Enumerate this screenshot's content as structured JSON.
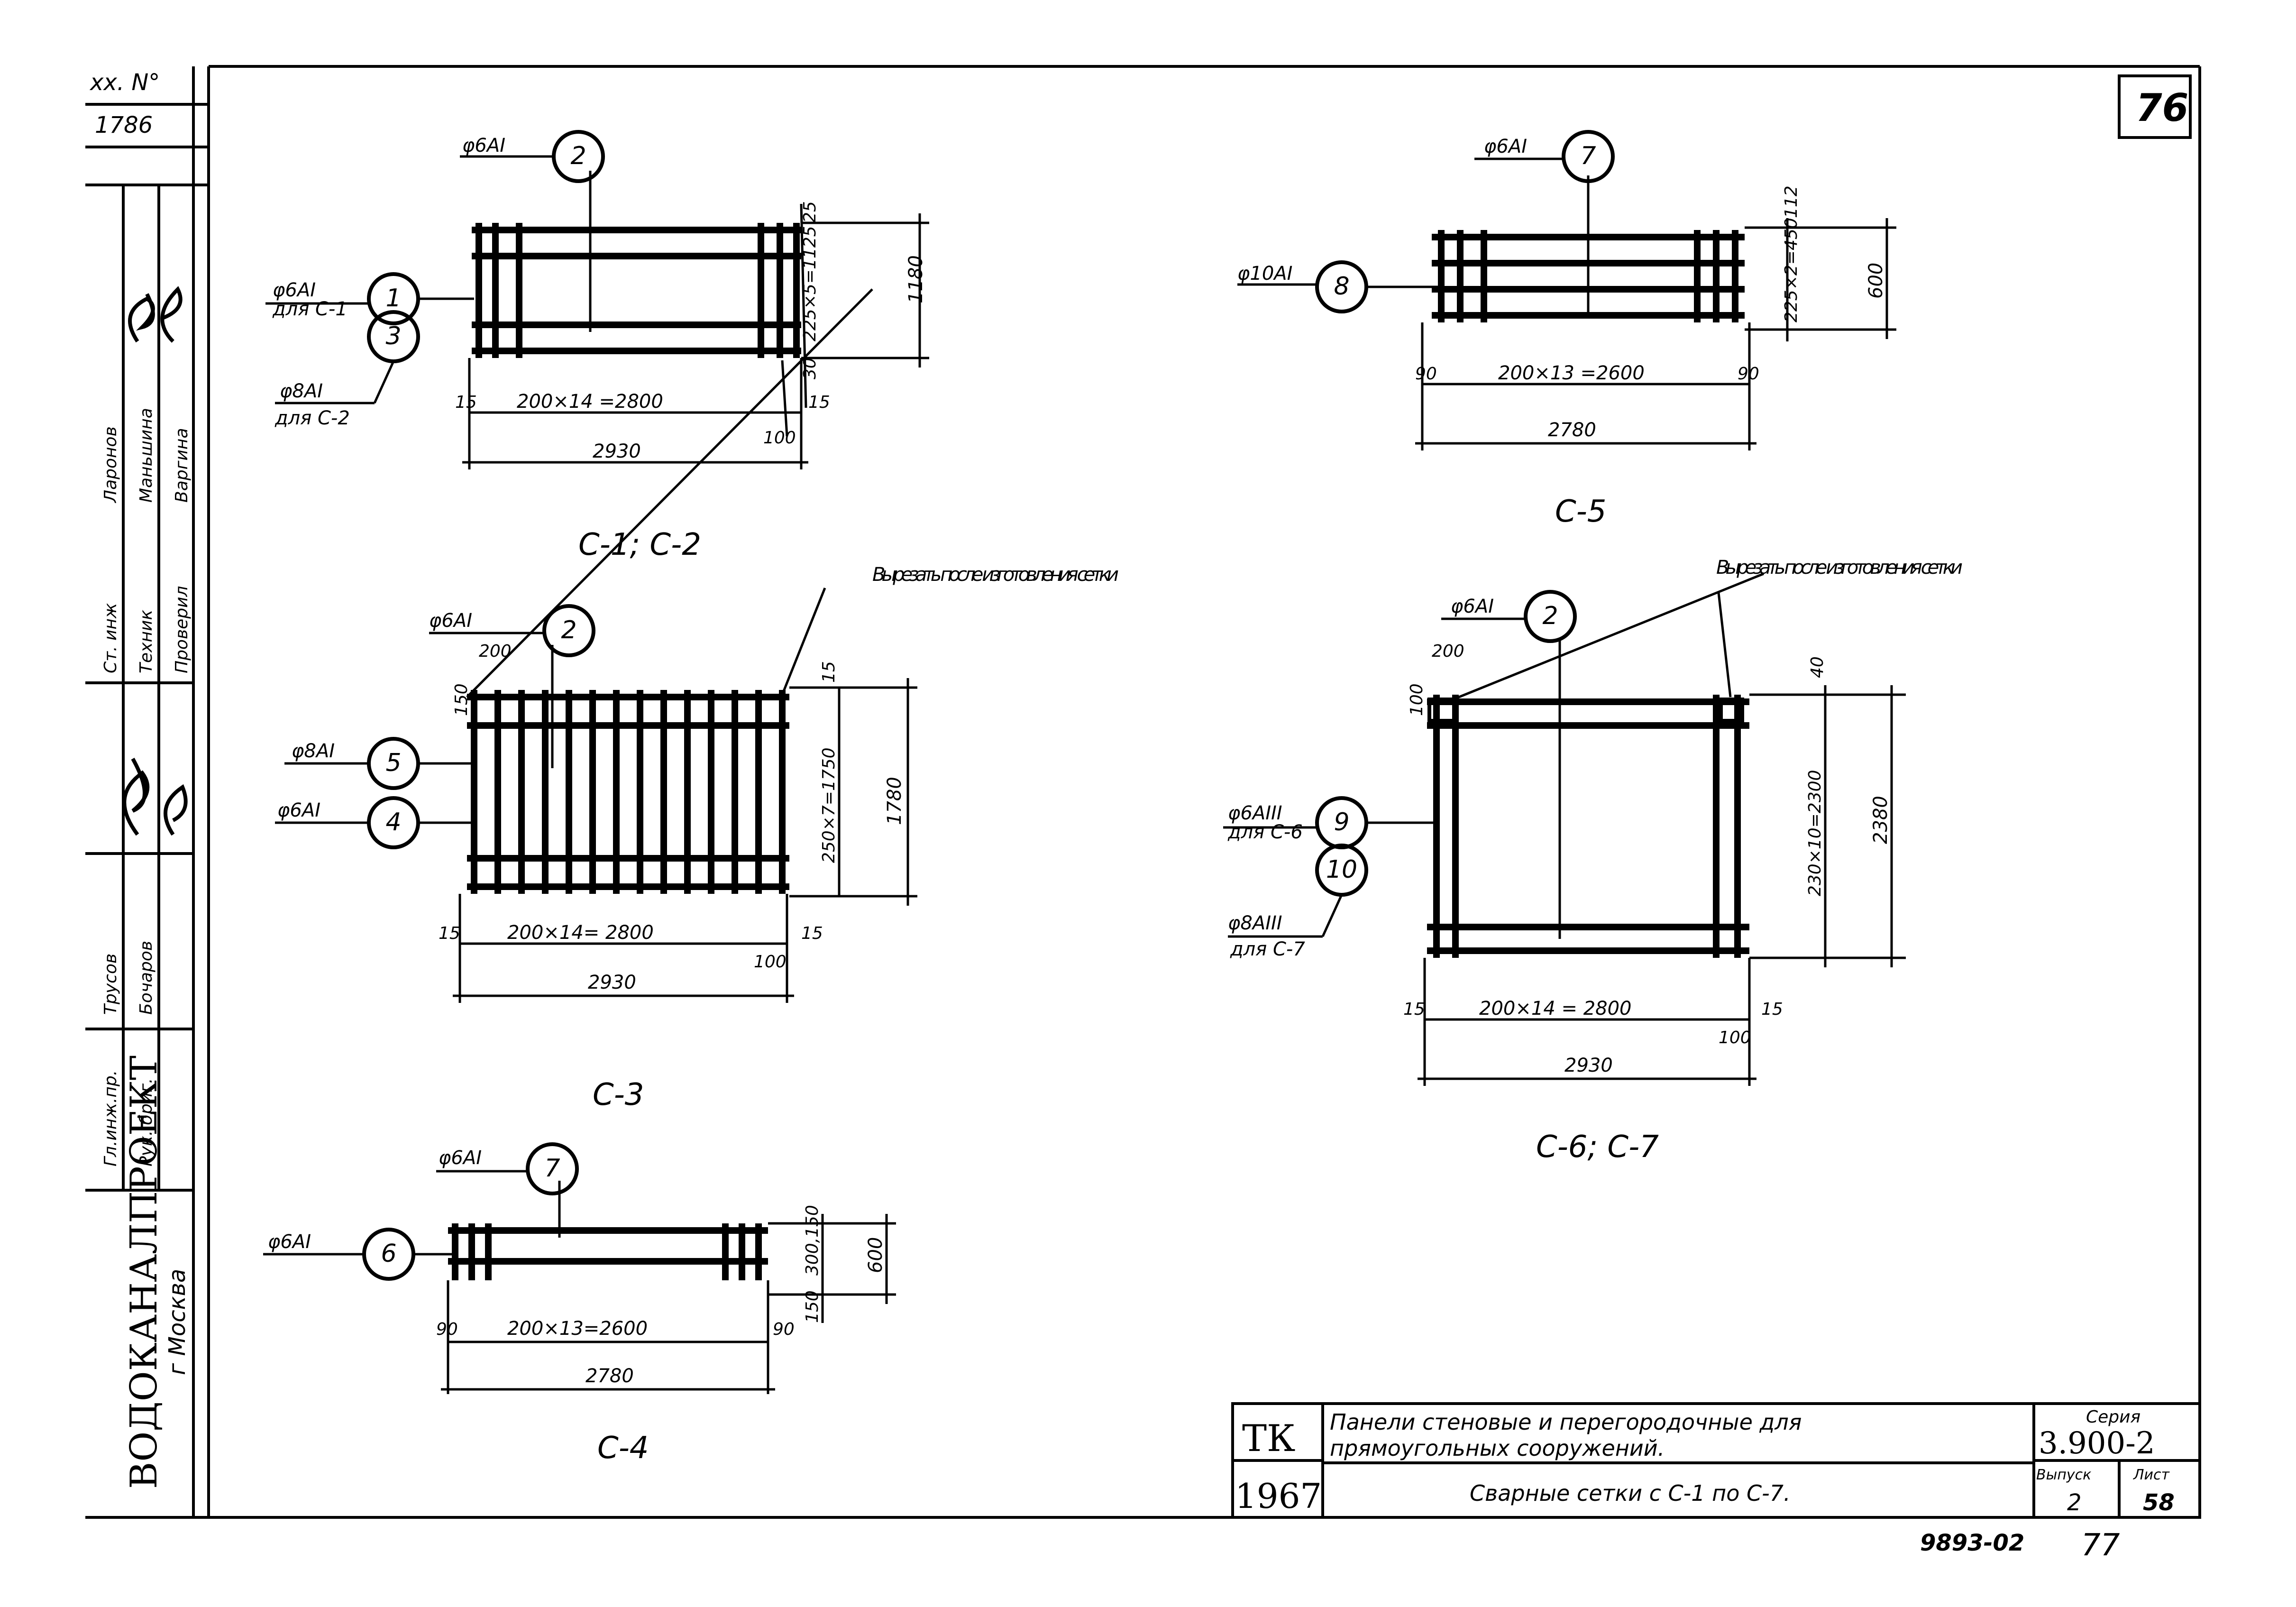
{
  "page_number": "76",
  "stamp": {
    "arch_no": "xx. N°",
    "arch_val": "1786",
    "org": "ВОДОКАНАЛПРОЕКТ",
    "city": "г Москва",
    "roles": [
      "Гл.инж.пр.",
      "Рук. бриг.",
      "Ст. инж",
      "Техник",
      "Проверил"
    ],
    "names": [
      "Трусов",
      "Бочаров",
      "Ларонов",
      "Маньшина",
      "Варгина"
    ]
  },
  "nets": {
    "c12": {
      "title": "С-1; С-2",
      "bar_top": "φ6АI",
      "bar_top_no": "2",
      "bar_left1": "φ6АI",
      "bar_left1_sub": "для С-1",
      "bar_left1_no": "1",
      "bar_left2": "φ8АI",
      "bar_left2_sub": "для С-2",
      "bar_left2_no": "3",
      "dim_inner": "200×14 =2800",
      "dim_total": "2930",
      "dim_l": "15",
      "dim_r": "15",
      "dim_100": "100",
      "dim_h": "1180",
      "dim_25": "25",
      "dim_side": "225×5=1125",
      "dim_30": "30"
    },
    "c3": {
      "title": "С-3",
      "bar_top": "φ6АI",
      "bar_top_no": "2",
      "bar_mid": "φ8АI",
      "bar_mid_no": "5",
      "bar_low": "φ6АI",
      "bar_low_no": "4",
      "note": "Вырезать после изготовления сетки",
      "dim_200": "200",
      "dim_150": "150",
      "dim_inner": "200×14= 2800",
      "dim_total": "2930",
      "dim_l": "15",
      "dim_r": "15",
      "dim_100": "100",
      "dim_h": "1780",
      "dim_side": "250×7=1750",
      "dim_15": "15"
    },
    "c4": {
      "title": "С-4",
      "bar_top": "φ6АI",
      "bar_top_no": "7",
      "bar_left": "φ6АI",
      "bar_left_no": "6",
      "dim_inner": "200×13=2600",
      "dim_total": "2780",
      "dim_l": "90",
      "dim_r": "90",
      "dim_h": "600",
      "dim_side": "300,150",
      "dim_150": "150"
    },
    "c5": {
      "title": "С-5",
      "bar_top": "φ6АI",
      "bar_top_no": "7",
      "bar_left": "φ10АI",
      "bar_left_no": "8",
      "dim_inner": "200×13 =2600",
      "dim_total": "2780",
      "dim_l": "90",
      "dim_r": "90",
      "dim_h": "600",
      "dim_side": "225×2=450",
      "dim_112": "112"
    },
    "c67": {
      "title": "С-6; С-7",
      "bar_top": "φ6АI",
      "bar_top_no": "2",
      "bar_left1": "φ6АIII",
      "bar_left1_sub": "для С-6",
      "bar_left1_no": "9",
      "bar_left2": "φ8АIII",
      "bar_left2_sub": "для С-7",
      "bar_left2_no": "10",
      "note": "Вырезать после изготовления сетки",
      "dim_200": "200",
      "dim_100": "100",
      "dim_40": "40",
      "dim_inner": "200×14 = 2800",
      "dim_total": "2930",
      "dim_l": "15",
      "dim_r": "15",
      "dim_100b": "100",
      "dim_h": "2380",
      "dim_side": "230×10=2300"
    }
  },
  "title_block": {
    "tk": "ТК",
    "year": "1967",
    "desc1": "Панели стеновые и перегородочные для",
    "desc2": "прямоугольных сооружений.",
    "desc3": "Сварные сетки с С-1 по С-7.",
    "series_label": "Серия",
    "series": "3.900-2",
    "issue_label": "Выпуск",
    "issue": "2",
    "sheet_label": "Лист",
    "sheet": "58"
  },
  "footer": {
    "code": "9893-02",
    "page": "77"
  }
}
